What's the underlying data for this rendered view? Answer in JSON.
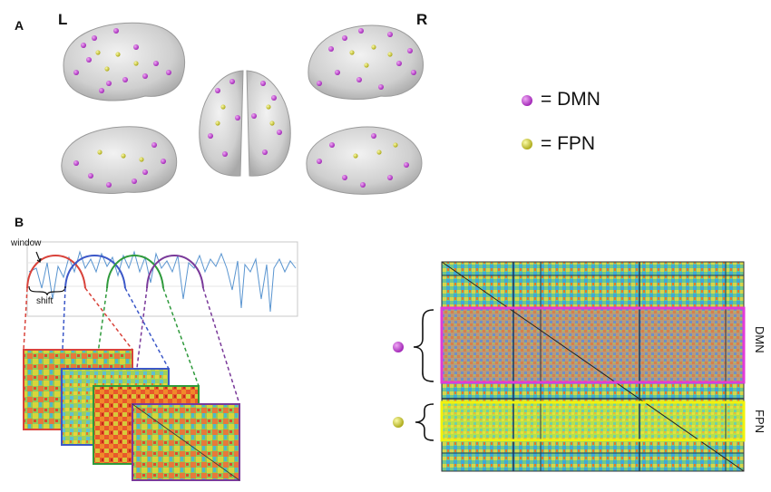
{
  "panels": {
    "a_letter": "A",
    "b_letter": "B"
  },
  "hemispheres": {
    "left": "L",
    "right": "R"
  },
  "legend": {
    "dmn_label": "= DMN",
    "fpn_label": "= FPN",
    "dmn_color": "#b02fc4",
    "fpn_color": "#c9c92a"
  },
  "timeseries": {
    "window_label": "window",
    "shift_label": "shift"
  },
  "matrix": {
    "dmn_label": "DMN",
    "fpn_label": "FPN",
    "dmn_box_color": "#e23ad8",
    "fpn_box_color": "#f2f20a"
  },
  "window_colors": [
    "#d9433b",
    "#3c58c8",
    "#2f9a3c",
    "#7a3a9a"
  ]
}
